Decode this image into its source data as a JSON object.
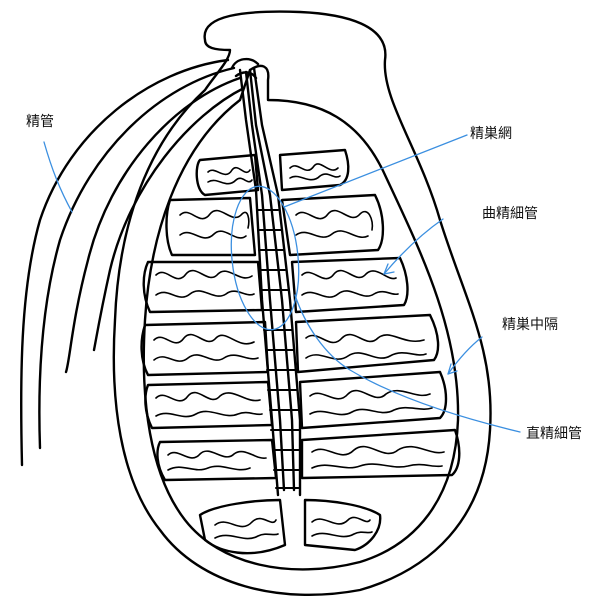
{
  "labels": {
    "seikan": "精管",
    "seisou_mou": "精巣網",
    "kyoku_seisaikan": "曲精細管",
    "seisou_chuukaku": "精巣中隔",
    "choku_seisaikan": "直精細管"
  },
  "colors": {
    "outline": "#000000",
    "leader": "#3b8fe0",
    "label": "#111111"
  }
}
